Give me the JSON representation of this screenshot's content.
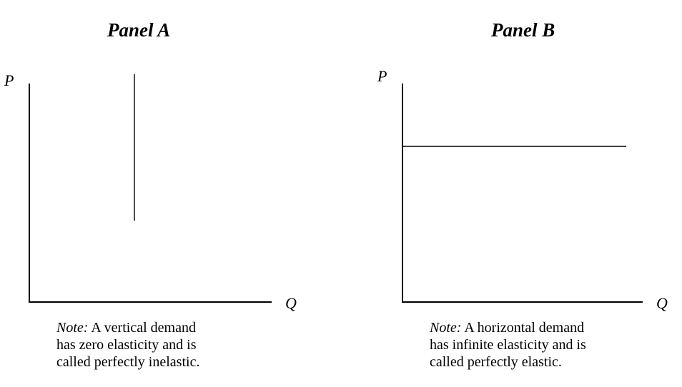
{
  "panels": [
    {
      "title": "Panel A",
      "y_axis_label": "P",
      "x_axis_label": "Q",
      "curve": "vertical",
      "note": {
        "label": "Note:",
        "line1": " A vertical demand",
        "line2": "has zero elasticity and is",
        "line3": "called perfectly inelastic."
      }
    },
    {
      "title": "Panel B",
      "y_axis_label": "P",
      "x_axis_label": "Q",
      "curve": "horizontal",
      "note": {
        "label": "Note:",
        "line1": " A horizontal demand",
        "line2": "has infinite elasticity and is",
        "line3": "called perfectly elastic."
      }
    }
  ]
}
